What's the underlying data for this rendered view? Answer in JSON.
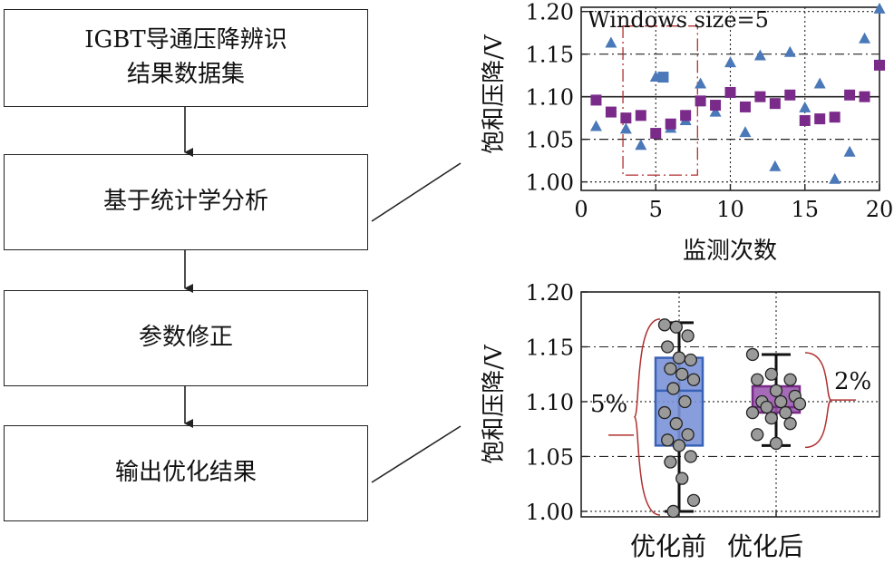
{
  "flowchart": {
    "steps": [
      {
        "line1": "IGBT导通压降辨识",
        "line2": "结果数据集"
      },
      {
        "line1": "基于统计学分析"
      },
      {
        "line1": "参数修正"
      },
      {
        "line1": "输出优化结果"
      }
    ]
  },
  "chart_data": [
    {
      "type": "scatter",
      "annotation": "Windows size=5",
      "xlabel": "监测次数",
      "ylabel": "饱和压降/V",
      "xlim": [
        0,
        20
      ],
      "ylim": [
        0.99,
        1.205
      ],
      "xticks": [
        "0",
        "5",
        "10",
        "15",
        "20"
      ],
      "yticks": [
        "1.00",
        "1.05",
        "1.10",
        "1.15",
        "1.20"
      ],
      "series": [
        {
          "marker": "triangle",
          "color": "#4a78b8",
          "x": [
            1,
            2,
            3,
            4,
            5,
            6,
            7,
            8,
            9,
            10,
            11,
            12,
            13,
            14,
            15,
            16,
            17,
            18,
            19,
            20
          ],
          "y": [
            1.065,
            1.163,
            1.062,
            1.043,
            1.123,
            1.063,
            1.072,
            1.115,
            1.082,
            1.14,
            1.058,
            1.148,
            1.018,
            1.152,
            1.087,
            1.115,
            1.003,
            1.035,
            1.168,
            1.203
          ]
        },
        {
          "marker": "square",
          "color": "#7a2b8a",
          "x": [
            1,
            2,
            3,
            4,
            5,
            6,
            7,
            8,
            9,
            10,
            11,
            12,
            13,
            14,
            15,
            16,
            17,
            18,
            19,
            20
          ],
          "y": [
            1.096,
            1.082,
            1.075,
            1.078,
            1.057,
            1.068,
            1.078,
            1.095,
            1.09,
            1.105,
            1.088,
            1.1,
            1.092,
            1.102,
            1.072,
            1.074,
            1.076,
            1.102,
            1.1,
            1.137
          ]
        },
        {
          "marker": "square",
          "color": "#4a78b8",
          "x": [
            5.5
          ],
          "y": [
            1.123
          ]
        }
      ],
      "window_box": {
        "x": [
          2.8,
          7.8
        ],
        "y": [
          1.008,
          1.183
        ]
      },
      "hline": 1.1
    },
    {
      "type": "box",
      "xlabel": "",
      "ylabel": "饱和压降/V",
      "ylim": [
        0.995,
        1.2
      ],
      "yticks": [
        "1.00",
        "1.05",
        "1.10",
        "1.15",
        "1.20"
      ],
      "categories": [
        "优化前",
        "优化后"
      ],
      "boxes": [
        {
          "q1": 1.06,
          "median": 1.11,
          "q3": 1.14,
          "min": 1.0,
          "max": 1.172,
          "color": "#7b93d8",
          "points": [
            1.17,
            1.168,
            1.16,
            1.15,
            1.14,
            1.138,
            1.13,
            1.125,
            1.12,
            1.112,
            1.1,
            1.09,
            1.08,
            1.07,
            1.065,
            1.06,
            1.05,
            1.045,
            1.03,
            1.01,
            1.0
          ],
          "range_label": "5%"
        },
        {
          "q1": 1.09,
          "median": 1.095,
          "q3": 1.114,
          "min": 1.06,
          "max": 1.143,
          "color": "#9b5ab0",
          "points": [
            1.143,
            1.125,
            1.12,
            1.12,
            1.11,
            1.105,
            1.1,
            1.1,
            1.098,
            1.095,
            1.09,
            1.09,
            1.085,
            1.08,
            1.07,
            1.062
          ],
          "range_label": "2%"
        }
      ]
    }
  ]
}
